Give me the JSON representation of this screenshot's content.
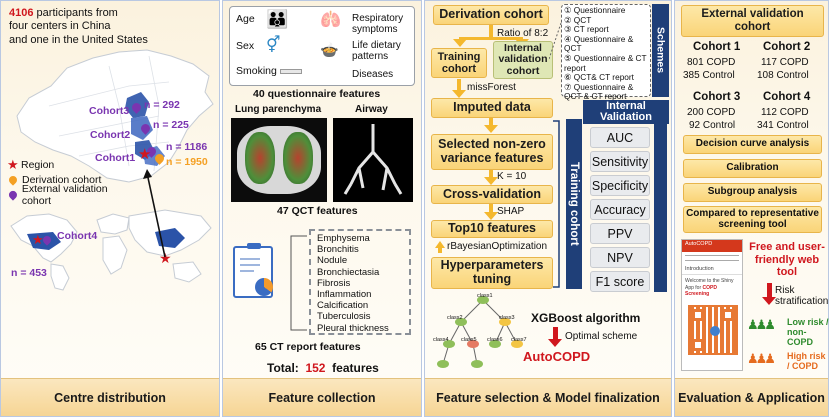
{
  "panel1": {
    "headline_count": "4106",
    "headline_rest": " participants from",
    "headline_line2": "four centers in China",
    "headline_line3": "and one in the United States",
    "cohorts": [
      {
        "label": "Cohort3",
        "n": "n = 292"
      },
      {
        "label": "Cohort2",
        "n": "n = 225"
      },
      {
        "label": "Cohort1",
        "n": "n = 1186"
      },
      {
        "label": "",
        "n": "n = 1950"
      }
    ],
    "legend": [
      "Region",
      "Derivation cohort",
      "External validation cohort"
    ],
    "cohort4": {
      "label": "Cohort4",
      "n": "n = 453"
    },
    "footer": "Centre distribution"
  },
  "panel2": {
    "q_items": [
      "Age",
      "Sex",
      "Smoking",
      "Respiratory symptoms",
      "Life dietary patterns",
      "Diseases"
    ],
    "q_caption": "40 questionnaire features",
    "ct_labels": [
      "Lung parenchyma",
      "Airway"
    ],
    "qct_caption": "47 QCT features",
    "report_items": [
      "Emphysema",
      "Bronchitis",
      "Nodule",
      "Bronchiectasia",
      "Fibrosis",
      "Inflammation",
      "Calcification",
      "Tuberculosis",
      "Pleural thickness"
    ],
    "report_caption": "65 CT report features",
    "total_label": "Total:",
    "total_value": "152",
    "total_unit": "features",
    "footer": "Feature collection"
  },
  "panel3": {
    "derivation": "Derivation cohort",
    "ratio": "Ratio of 8:2",
    "training": "Training cohort",
    "internal": "Internal validation cohort",
    "schemes": [
      "① Questionnaire",
      "② QCT",
      "③ CT report",
      "④ Questionnaire & QCT",
      "⑤ Questionnaire & CT report",
      "⑥ QCT& CT report",
      "⑦ Questionnaire & QCT & CT report"
    ],
    "schemes_label": "Schemes",
    "missforest": "missForest",
    "imputed": "Imputed data",
    "selected": "Selected non-zero variance features",
    "k": "K = 10",
    "crossval": "Cross-validation",
    "shap": "SHAP",
    "top10": "Top10 features",
    "rbayes": "rBayesianOptimization",
    "hyper": "Hyperparameters tuning",
    "internal_validation": "Internal Validation",
    "training_cohort": "Training cohort",
    "metrics": [
      "AUC",
      "Sensitivity",
      "Specificity",
      "Accuracy",
      "PPV",
      "NPV",
      "F1 score"
    ],
    "xgb": "XGBoost algorithm",
    "optimal": "Optimal scheme",
    "autocopd": "AutoCOPD",
    "tree_labels": [
      "class1",
      "class2",
      "class3",
      "class4",
      "class5",
      "class6",
      "class7"
    ],
    "footer": "Feature selection & Model finalization"
  },
  "panel4": {
    "title": "External validation cohort",
    "cohorts": [
      {
        "name": "Cohort 1",
        "copd": "801 COPD",
        "control": "385 Control"
      },
      {
        "name": "Cohort 2",
        "copd": "117 COPD",
        "control": "108 Control"
      },
      {
        "name": "Cohort 3",
        "copd": "200 COPD",
        "control": "92 Control"
      },
      {
        "name": "Cohort 4",
        "copd": "112 COPD",
        "control": "341 Control"
      }
    ],
    "analyses": [
      "Decision curve analysis",
      "Calibration",
      "Subgroup analysis",
      "Compared to representative screening tool"
    ],
    "webtool": "Free and user-friendly web tool",
    "risk": "Risk stratification",
    "low": "Low risk / non-COPD",
    "high": "High risk / COPD",
    "phone_header": "AutoCOPD",
    "phone_intro": "Introduction",
    "phone_welcome": "Welcome to the Shiny App for ",
    "phone_welcome_em": "COPD Screening",
    "footer": "Evaluation & Application"
  },
  "colors": {
    "accent_red": "#d0171e",
    "navy": "#1f3f78",
    "purple": "#7a35b0",
    "orange": "#f4b82e",
    "green": "#2e8b2e"
  }
}
